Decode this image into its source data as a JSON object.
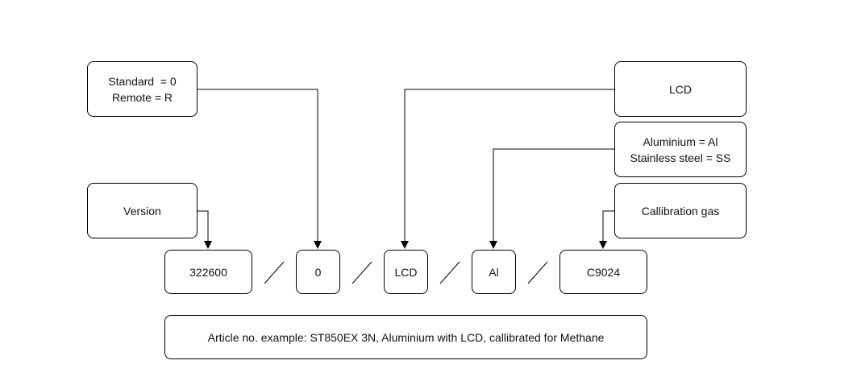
{
  "boxes": {
    "remote": "Standard  = 0\nRemote = R",
    "version": "Version",
    "lcd_label": "LCD",
    "material": "Aluminium = Al\nStainless steel = SS",
    "gas": "Callibration gas",
    "code_version": "322600",
    "code_remote": "0",
    "code_lcd": "LCD",
    "code_material": "Al",
    "code_gas": "C9024",
    "example": "Article no. example: ST850EX 3N, Aluminium with LCD, callibrated for Methane"
  },
  "colors": {
    "stroke": "#000000",
    "fill": "#ffffff"
  }
}
